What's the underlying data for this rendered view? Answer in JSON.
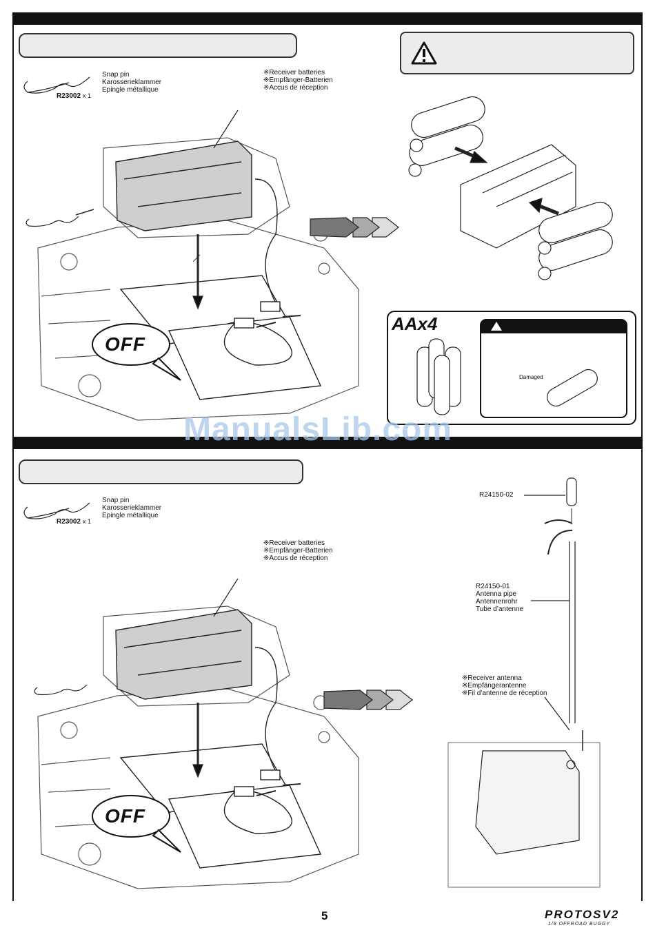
{
  "snap_pin": {
    "lines": [
      "Snap pin",
      "Karosserieklammer",
      "Epingle métallique"
    ],
    "part_no": "R23002",
    "qty": "x 1"
  },
  "receiver_batteries": {
    "lines": [
      "※Receiver batteries",
      "※Empfänger-Batterien",
      "※Accus de réception"
    ]
  },
  "battery_count": "AAx4",
  "damaged_label": "Damaged",
  "off_label": "OFF",
  "antenna": {
    "cap_part_no": "R24150-02",
    "pipe_part_no": "R24150-01",
    "pipe_lines": [
      "Antenna pipe",
      "Antennenrohr",
      "Tube d’antenne"
    ],
    "receiver_antenna_lines": [
      "※Receiver antenna",
      "※Empfängerantenne",
      "※Fil d’antenne de réception"
    ]
  },
  "watermark": "ManualsLib.com",
  "page_number": "5",
  "logo": {
    "name": "PROTOS",
    "version": "V2",
    "tagline": "1/8 OFFROAD BUGGY"
  }
}
